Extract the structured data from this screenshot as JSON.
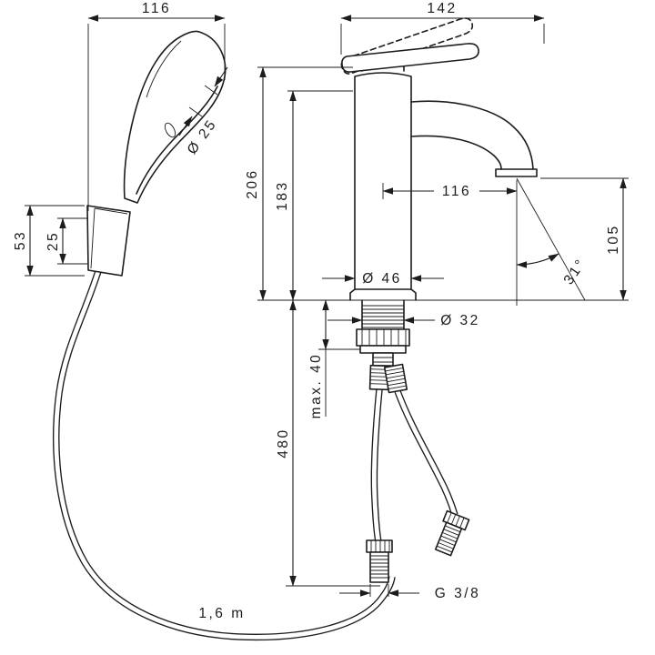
{
  "canvas": {
    "background": "#ffffff",
    "line_color": "#1c1c1c"
  },
  "drawing": {
    "dimensions": {
      "shower_width": "116",
      "faucet_width": "142",
      "handle_diameter": "Ø 25",
      "total_height": "206",
      "body_height": "183",
      "spout_reach": "116",
      "outlet_height": "105",
      "holder_height": "53",
      "holder_offset": "25",
      "body_diameter": "Ø 46",
      "spout_angle": "31°",
      "shank_diameter": "Ø 32",
      "max_counter_thickness": "max. 40",
      "below_counter_height": "480",
      "hose_length": "1,6 m",
      "connection_thread": "G 3/8"
    }
  }
}
